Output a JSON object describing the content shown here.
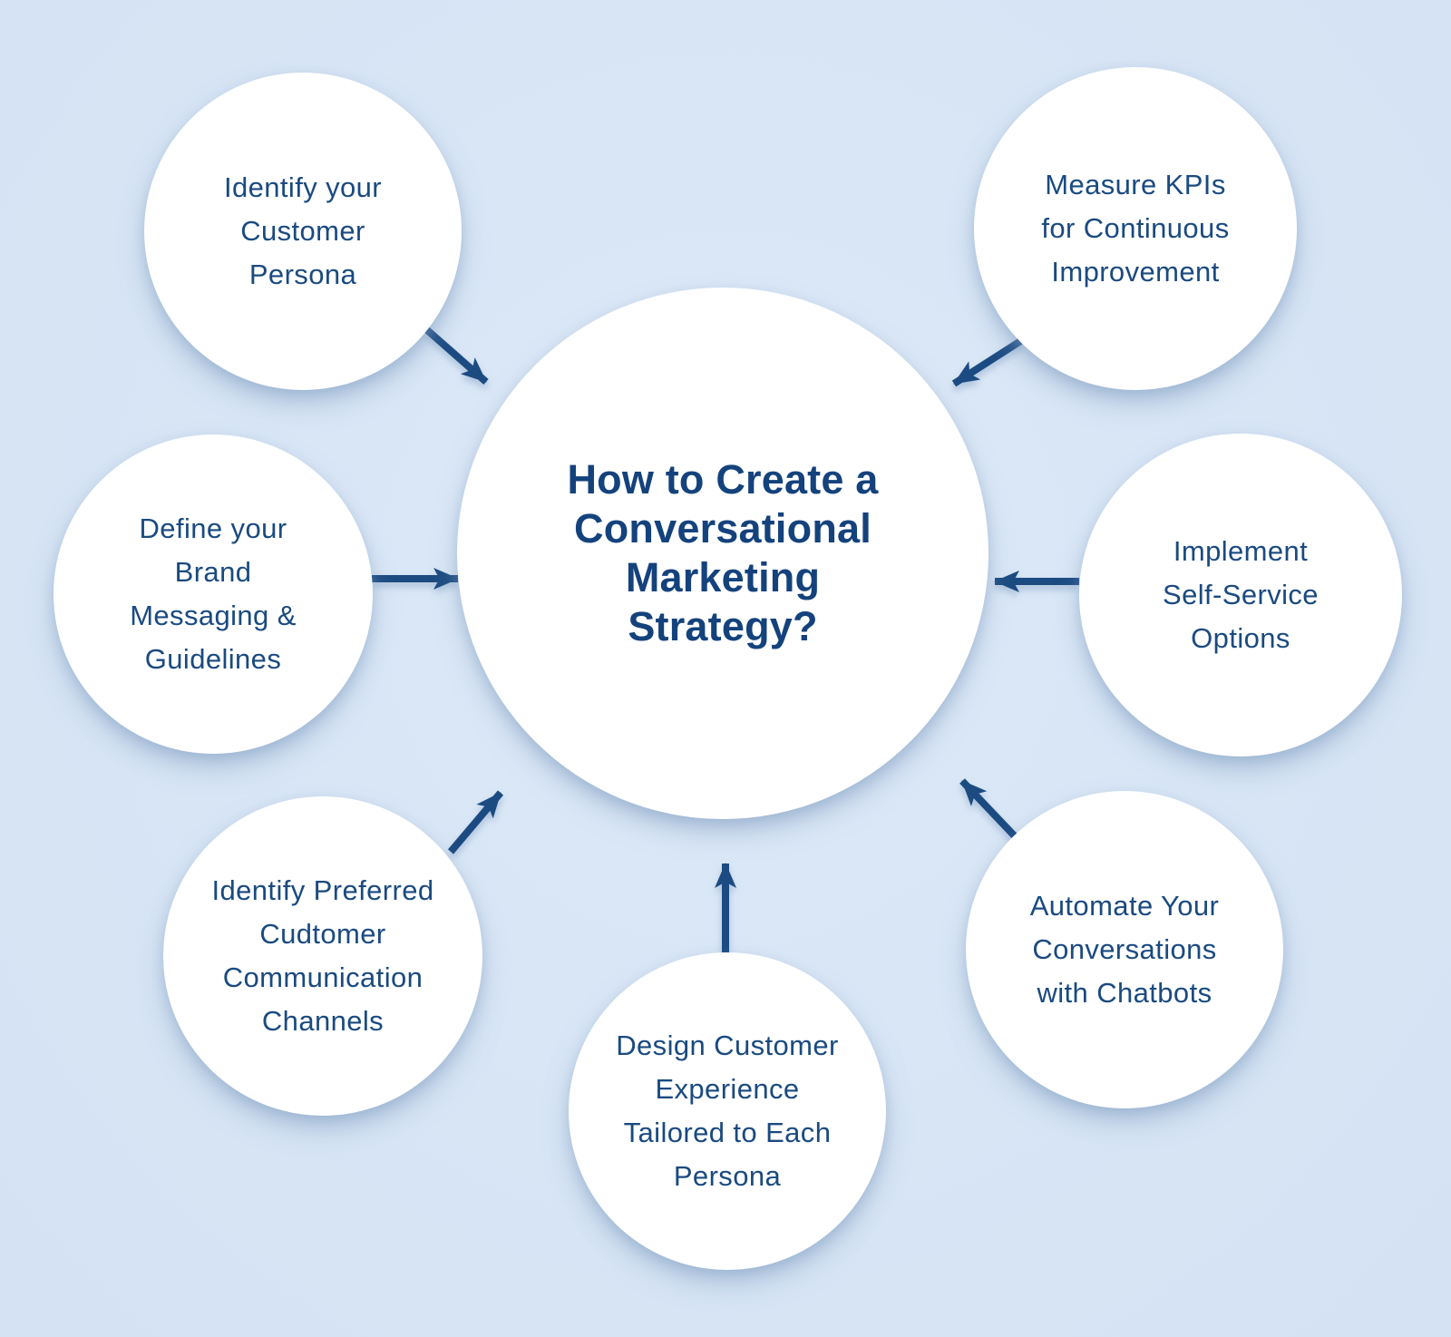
{
  "center": {
    "lines": [
      "How to Create a",
      "Conversational",
      "Marketing",
      "Strategy?"
    ]
  },
  "satellites": [
    {
      "id": "identify-customer-persona",
      "lines": [
        "Identify your",
        "Customer",
        "Persona"
      ]
    },
    {
      "id": "measure-kpis",
      "lines": [
        "Measure KPIs",
        "for Continuous",
        "Improvement"
      ]
    },
    {
      "id": "define-brand-messaging",
      "lines": [
        "Define your",
        "Brand",
        "Messaging &",
        "Guidelines"
      ]
    },
    {
      "id": "implement-self-service",
      "lines": [
        "Implement",
        "Self-Service",
        "Options"
      ]
    },
    {
      "id": "identify-preferred-channels",
      "lines": [
        "Identify Preferred",
        "Cudtomer",
        "Communication",
        "Channels"
      ]
    },
    {
      "id": "design-customer-experience",
      "lines": [
        "Design Customer",
        "Experience",
        "Tailored to Each",
        "Persona"
      ]
    },
    {
      "id": "automate-chatbots",
      "lines": [
        "Automate Your",
        "Conversations",
        "with Chatbots"
      ]
    }
  ],
  "colors": {
    "background_center": "#dde9f7",
    "background_edge": "#d4e2f3",
    "circle_fill": "#ffffff",
    "title_text": "#14427c",
    "node_text": "#1a4a80",
    "arrow": "#1b4c82"
  }
}
